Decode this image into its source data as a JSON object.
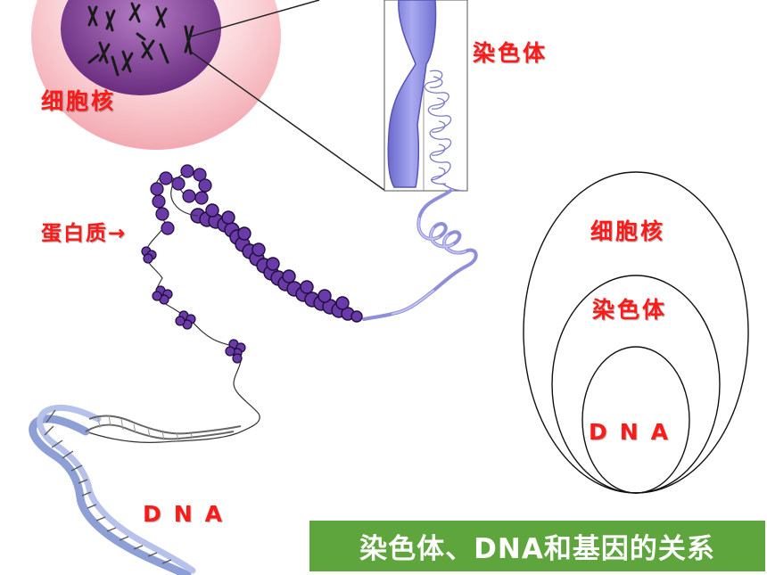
{
  "labels": {
    "nucleus": "细胞核",
    "chromosome": "染色体",
    "protein": "蛋白质→",
    "dna_left": "DNA"
  },
  "nested_diagram": {
    "outer": "细胞核",
    "middle": "染色体",
    "inner": "DNA"
  },
  "title": "染色体、DNA和基因的关系",
  "colors": {
    "label_red": "#ff1a1a",
    "banner_green": "#5da53c",
    "nucleus_pink": "#f7c2c8",
    "nucleus_purple": "#7a3d8e",
    "chromosome_blue": "#8f8fe0",
    "nucleosome_purple": "#5a2a9a",
    "dna_blue": "#8e9fd6"
  }
}
